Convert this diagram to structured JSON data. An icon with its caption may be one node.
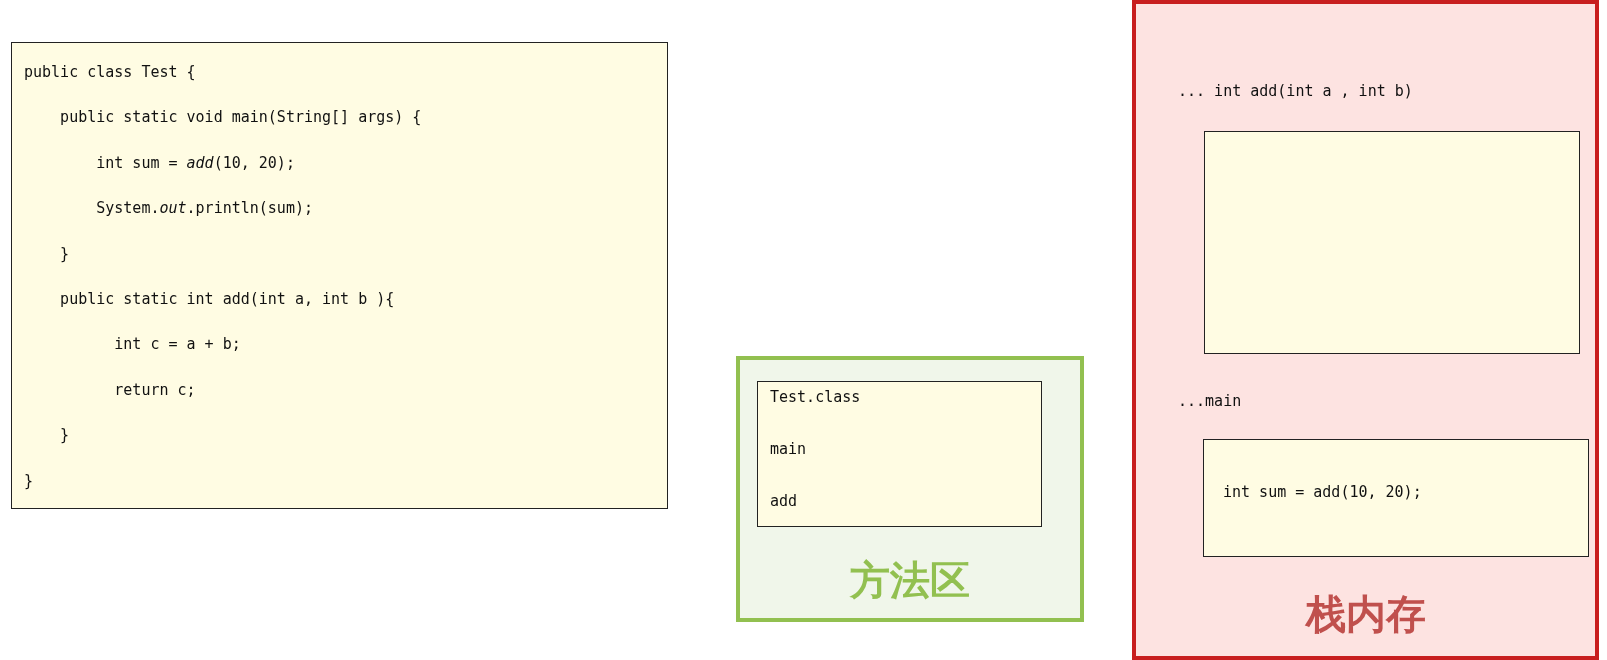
{
  "diagram": {
    "nodes": [
      {
        "text": [
          "public class Test {",
          "    public static void main(String[] args) {",
          "        int sum = *add*(10, 20);",
          "        System.*out*.println(sum);",
          "    }",
          "    public static int add(int a, int b ){",
          "          int c = a + b;",
          "          return c;",
          "    }",
          "}"
        ]
      },
      {
        "text": [
          "方法区"
        ]
      },
      {
        "text": [
          "Test.class",
          "main",
          "add"
        ],
        "in": 1
      },
      {
        "text": [
          "栈内存"
        ]
      },
      {
        "text": [
          "... int add(int a , int b)"
        ],
        "in": 3
      },
      {
        "text": [
          "...main",
          "int sum = add(10, 20);"
        ],
        "in": 3
      }
    ],
    "edges": []
  }
}
